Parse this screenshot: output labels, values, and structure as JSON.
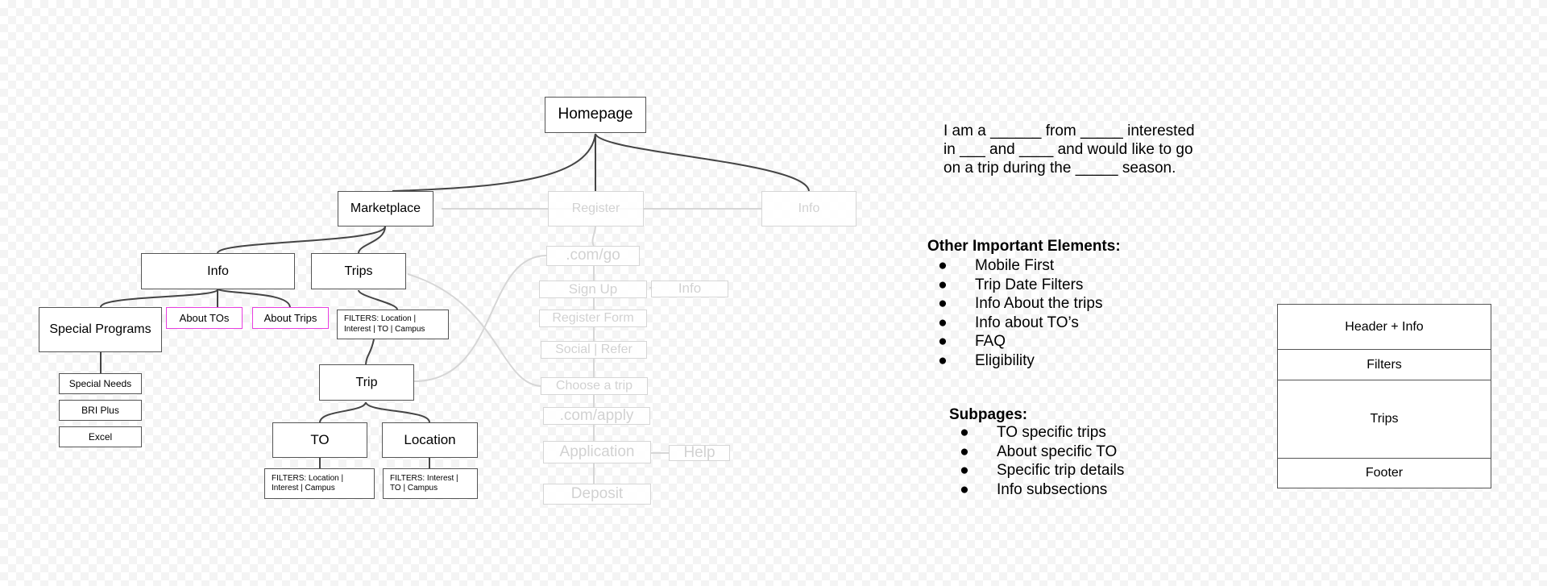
{
  "sitemap": {
    "homepage": "Homepage",
    "marketplace": "Marketplace",
    "register": "Register",
    "info_top": "Info",
    "info": "Info",
    "trips": "Trips",
    "special_programs": "Special Programs",
    "about_tos": "About TOs",
    "about_trips": "About Trips",
    "trips_filters_line1": "FILTERS:  Location |",
    "trips_filters_line2": "Interest | TO | Campus",
    "special_needs": "Special Needs",
    "bri_plus": "BRI Plus",
    "excel": "Excel",
    "trip": "Trip",
    "to": "TO",
    "location": "Location",
    "to_filters_line1": "FILTERS:  Location |",
    "to_filters_line2": "Interest | Campus",
    "location_filters_line1": "FILTERS:  Interest |",
    "location_filters_line2": "TO | Campus",
    "com_go": ".com/go",
    "sign_up": "Sign Up",
    "sign_up_info": "Info",
    "register_form": "Register Form",
    "social_refer": "Social | Refer",
    "choose_trip": "Choose a trip",
    "com_apply": ".com/apply",
    "application": "Application",
    "help": "Help",
    "deposit": "Deposit"
  },
  "sentence": {
    "line1": "I am a ______ from _____ interested",
    "line2": "in ___ and ____ and would like to go",
    "line3": "on a trip during the _____ season."
  },
  "other_elements": {
    "title": "Other Important Elements:",
    "bullet": "●",
    "items": [
      "Mobile First",
      "Trip Date Filters",
      "Info About the trips",
      "Info about TO’s",
      "FAQ",
      "Eligibility"
    ]
  },
  "subpages": {
    "title": "Subpages:",
    "bullet": "●",
    "items": [
      "TO specific trips",
      "About specific TO",
      "Specific trip details",
      "Info subsections"
    ]
  },
  "wireframe": {
    "sections": [
      "Header + Info",
      "Filters",
      "Trips",
      "Footer"
    ]
  },
  "colors": {
    "box_border": "#555555",
    "faded": "#d2d2d2",
    "highlight": "#e83ee0"
  }
}
